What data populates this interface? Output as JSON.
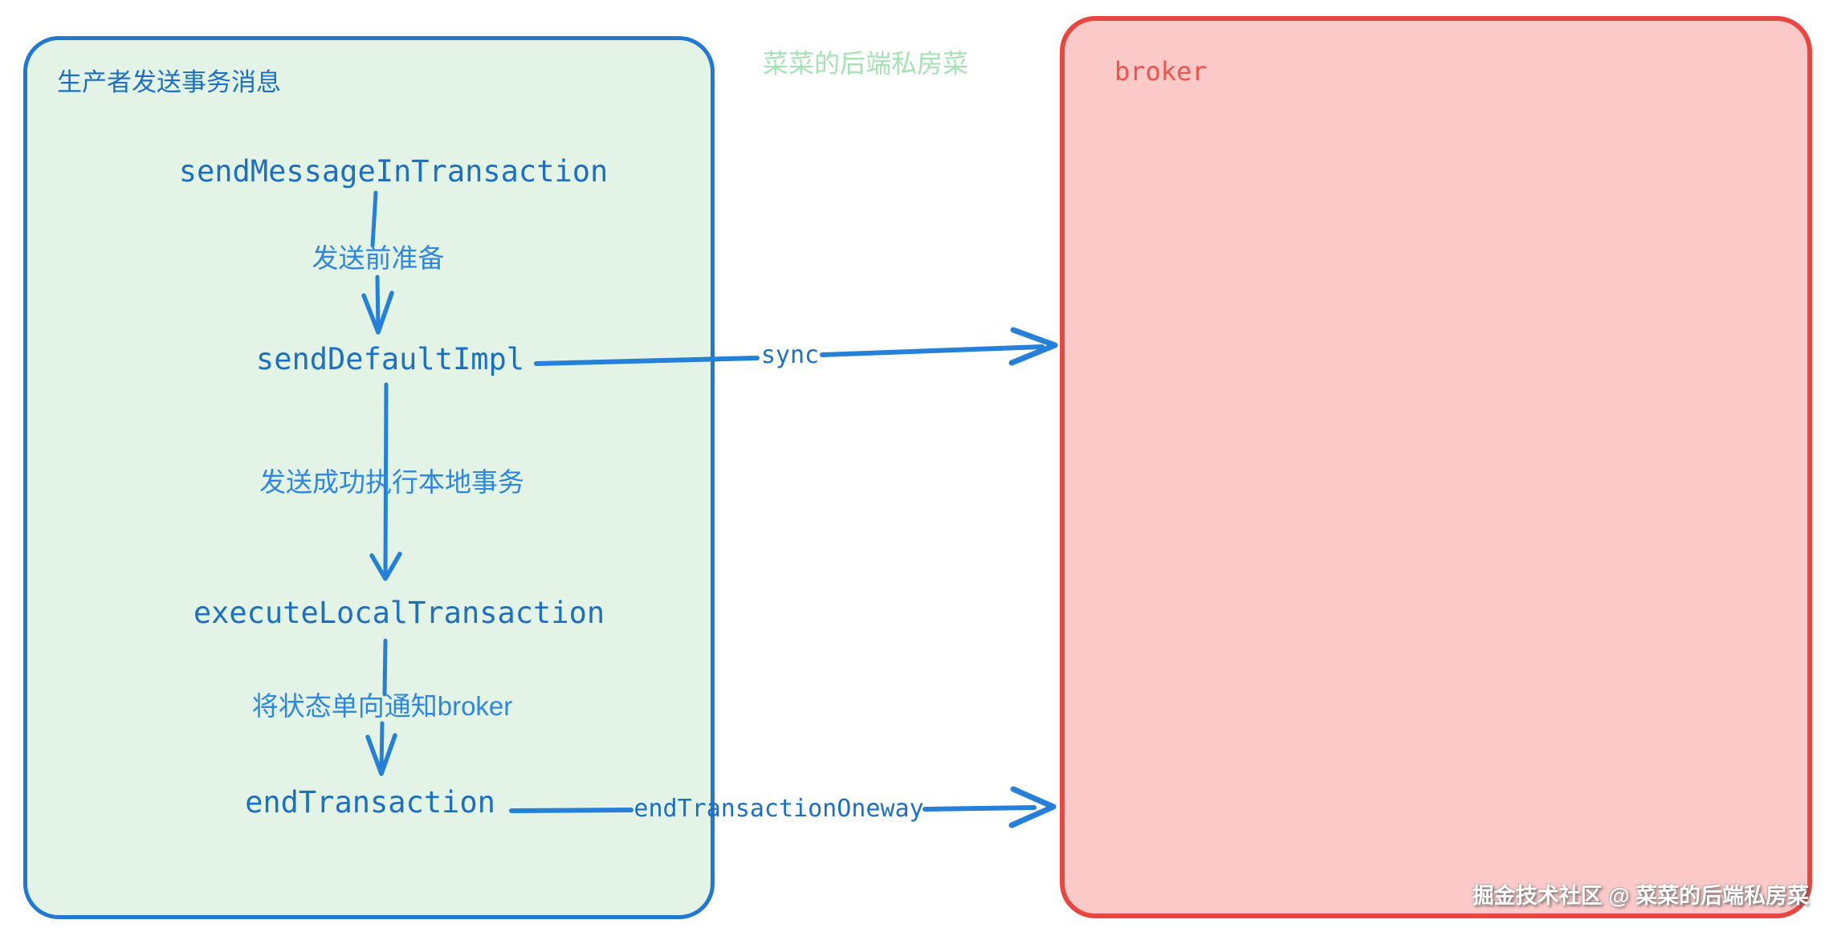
{
  "diagram": {
    "producer": {
      "title": "生产者发送事务消息",
      "nodes": {
        "send_message": "sendMessageInTransaction",
        "send_default": "sendDefaultImpl",
        "execute_local": "executeLocalTransaction",
        "end_transaction": "endTransaction"
      },
      "edge_labels": {
        "prepare": "发送前准备",
        "local_tx": "发送成功执行本地事务",
        "notify": "将状态单向通知broker"
      }
    },
    "broker": {
      "title": "broker"
    },
    "arrows": {
      "sync": "sync",
      "oneway": "endTransactionOneway"
    },
    "watermarks": {
      "center_top": "菜菜的后端私房菜",
      "bottom_right": "掘金技术社区 @ 菜菜的后端私房菜"
    },
    "colors": {
      "blue": "#2680d8",
      "code_text": "#1d6fc2",
      "label_text": "#2f86dd",
      "producer_fill": "#e3f4e6",
      "producer_border": "#2178d0",
      "broker_fill": "#fbc9c7",
      "broker_border": "#e74740",
      "broker_text": "#ed544e",
      "watermark_green": "#a5e2b3",
      "watermark_white": "#ffffff"
    }
  }
}
